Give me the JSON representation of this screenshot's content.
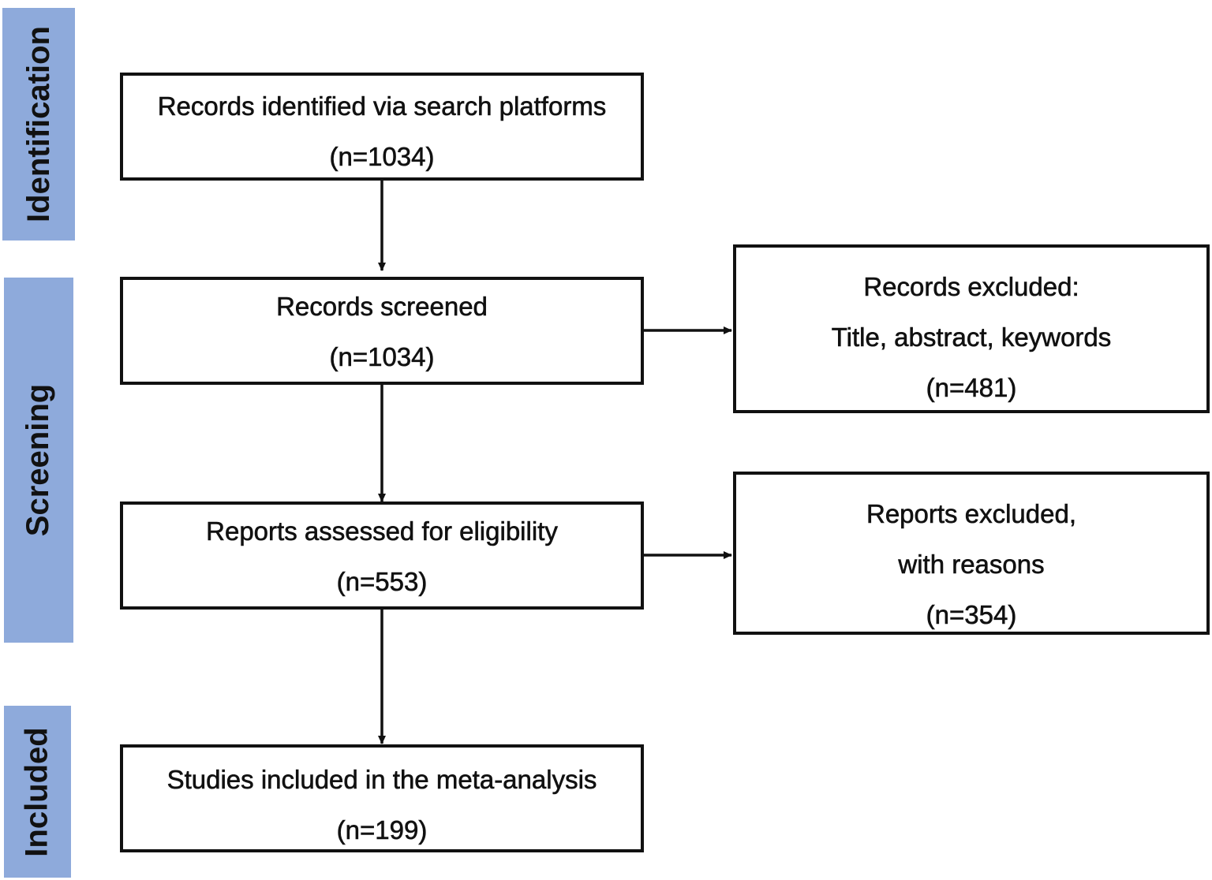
{
  "colors": {
    "stage_band": "#8eaadb",
    "border": "#111111",
    "text": "#111111",
    "background": "#ffffff"
  },
  "stages": [
    {
      "label": "Identification"
    },
    {
      "label": "Screening"
    },
    {
      "label": "Included"
    }
  ],
  "boxes": {
    "identified": {
      "title": "Records identified via search platforms",
      "count": "(n=1034)"
    },
    "screened": {
      "title": "Records screened",
      "count": "(n=1034)"
    },
    "excluded_records": {
      "title": "Records excluded:",
      "detail": "Title, abstract, keywords",
      "count": "(n=481)"
    },
    "assessed": {
      "title": "Reports assessed for eligibility",
      "count": "(n=553)"
    },
    "excluded_reports": {
      "title": "Reports excluded,",
      "detail": "with reasons",
      "count": "(n=354)"
    },
    "included": {
      "title": "Studies included in the meta-analysis",
      "count": "(n=199)"
    }
  }
}
